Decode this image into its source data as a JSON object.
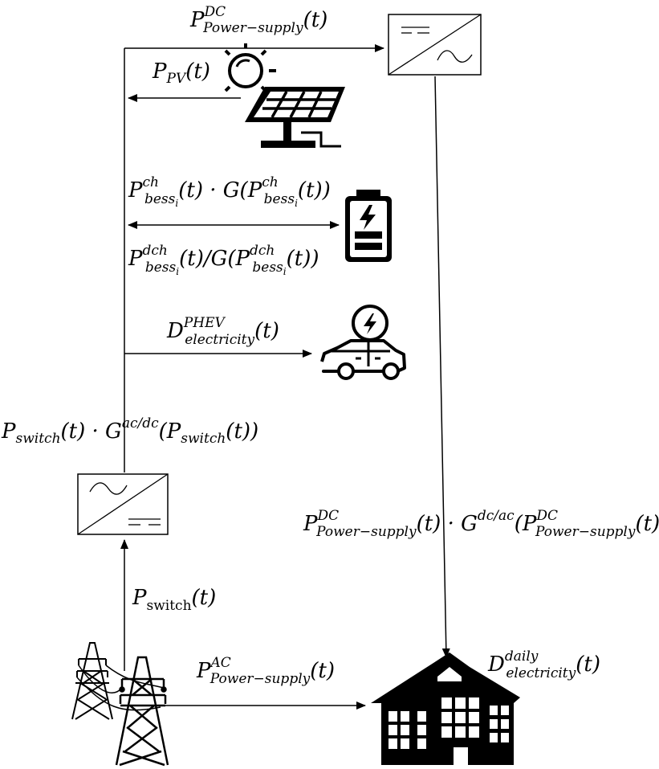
{
  "labels": {
    "p_dc_supply_top": {
      "main": "P",
      "sup": "DC",
      "sub": "Power−supply",
      "tail": "(t)"
    },
    "p_pv": {
      "main": "P",
      "sub": "PV",
      "tail": "(t)"
    },
    "p_bess_ch": {
      "a": "P",
      "a_sup": "ch",
      "a_sub": "bess",
      "a_subsub": "i",
      "mid": "(t) · G(",
      "b": "P",
      "b_sup": "ch",
      "b_sub": "bess",
      "b_subsub": "i",
      "tail": "(t))"
    },
    "p_bess_dch": {
      "a": "P",
      "a_sup": "dch",
      "a_sub": "bess",
      "a_subsub": "i",
      "mid": "(t)/G(",
      "b": "P",
      "b_sup": "dch",
      "b_sub": "bess",
      "b_subsub": "i",
      "tail": "(t))"
    },
    "d_phev": {
      "main": "D",
      "sup": "PHEV",
      "sub": "electricity",
      "tail": "(t)"
    },
    "p_switch_conv": {
      "a": "P",
      "a_sub": "switch",
      "mid": "(t) · G",
      "sup": "ac/dc",
      "open": "(",
      "b": "P",
      "b_sub": "switch",
      "tail": "(t))"
    },
    "p_dc_to_ac": {
      "a": "P",
      "a_sup": "DC",
      "a_sub": "Power−supply",
      "mid": "(t) · G",
      "g_sup": "dc/ac",
      "open": "(",
      "b": "P",
      "b_sup": "DC",
      "b_sub": "Power−supply",
      "tail": "(t))"
    },
    "p_switch": {
      "main": "P",
      "sub": "switch",
      "tail": "(t)"
    },
    "p_ac_supply": {
      "main": "P",
      "sup": "AC",
      "sub": "Power−supply",
      "tail": "(t)"
    },
    "d_daily": {
      "main": "D",
      "sup": "daily",
      "sub": "electricity",
      "tail": "(t)"
    }
  },
  "icons": [
    "dc-ac-inverter-icon",
    "sun-icon",
    "solar-panel-icon",
    "battery-icon",
    "electric-car-icon",
    "ac-dc-rectifier-icon",
    "transmission-tower-icon",
    "house-icon"
  ]
}
